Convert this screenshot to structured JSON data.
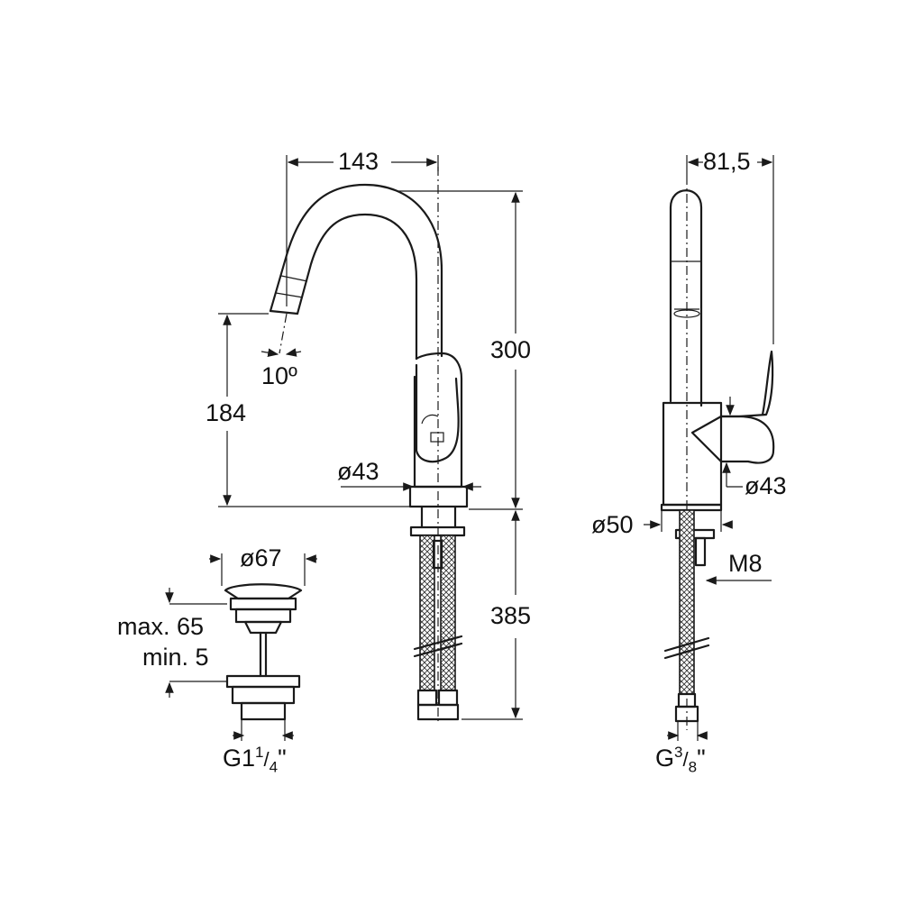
{
  "dimensions": {
    "spout_reach": "143",
    "total_height": "300",
    "spout_height": "184",
    "spout_angle": "10º",
    "body_diameter_front": "ø43",
    "hose_length": "385",
    "side_depth": "81,5",
    "body_diameter_side": "ø43",
    "base_diameter": "ø50",
    "stud_thread": "M8",
    "waste_diameter": "ø67",
    "waste_max": "max. 65",
    "waste_min": "min. 5",
    "waste_thread_main": "G1",
    "waste_thread_num": "1",
    "waste_thread_den": "4",
    "waste_thread_tail": "\"",
    "hose_thread_main": "G",
    "hose_thread_num": "3",
    "hose_thread_den": "8",
    "hose_thread_tail": "\""
  },
  "colors": {
    "line": "#1a1a1a",
    "background": "#ffffff"
  }
}
